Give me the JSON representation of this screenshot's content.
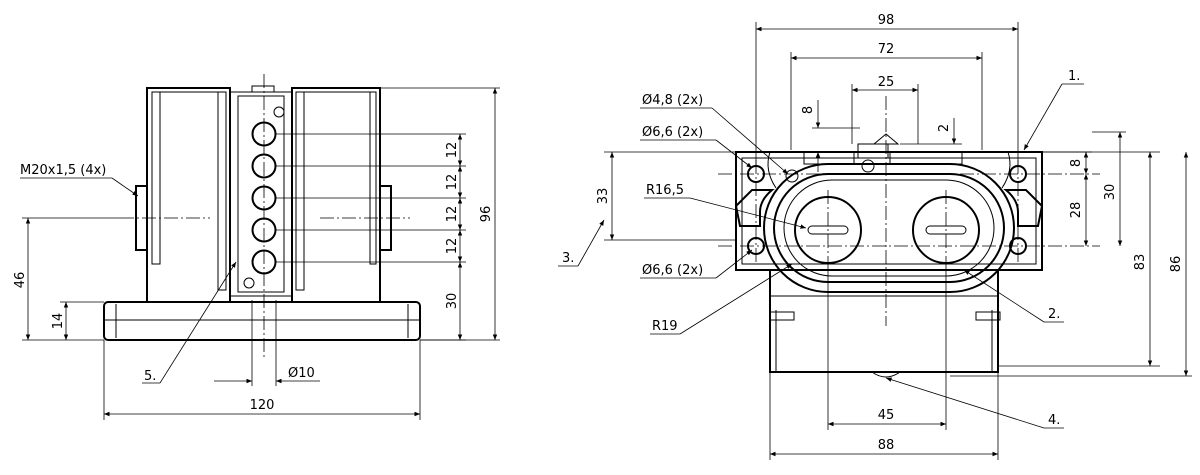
{
  "left_view": {
    "thread_label": "M20x1,5 (4x)",
    "dim_46": "46",
    "dim_14": "14",
    "dim_96": "96",
    "dim_30": "30",
    "dim_12a": "12",
    "dim_12b": "12",
    "dim_12c": "12",
    "dim_12d": "12",
    "dim_dia10": "Ø10",
    "dim_120": "120",
    "callout_5": "5."
  },
  "right_view": {
    "dim_98": "98",
    "dim_72": "72",
    "dim_25": "25",
    "dim_8_top": "8",
    "dim_2": "2",
    "dim_8_right": "8",
    "dim_28": "28",
    "dim_30": "30",
    "dim_83": "83",
    "dim_86": "86",
    "dim_33": "33",
    "dim_45": "45",
    "dim_88": "88",
    "label_d48": "Ø4,8 (2x)",
    "label_d66_top": "Ø6,6 (2x)",
    "label_d66_bottom": "Ø6,6 (2x)",
    "label_r165": "R16,5",
    "label_r19": "R19",
    "callout_1": "1.",
    "callout_2": "2.",
    "callout_3": "3.",
    "callout_4": "4."
  }
}
